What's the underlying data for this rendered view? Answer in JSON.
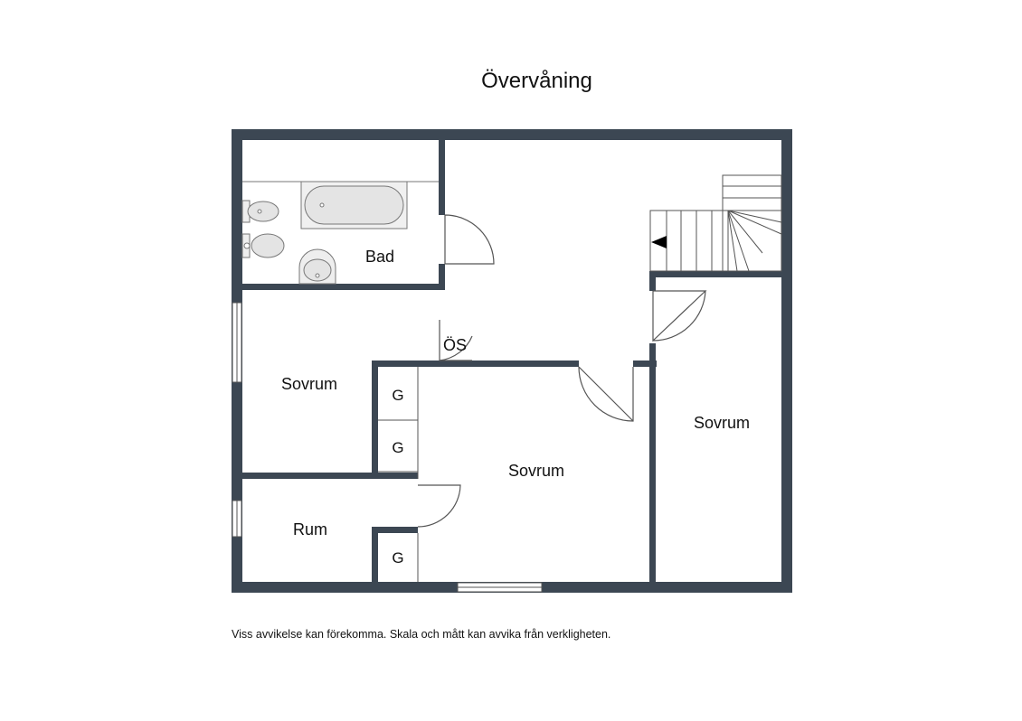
{
  "title": "Övervåning",
  "rooms": {
    "bad": "Bad",
    "sovrum_left": "Sovrum",
    "sovrum_center": "Sovrum",
    "sovrum_right": "Sovrum",
    "rum": "Rum",
    "os": "ÖS",
    "closet": "G"
  },
  "disclaimer": "Viss avvikelse kan förekomma. Skala och mått kan avvika från verkligheten.",
  "colors": {
    "wall": "#3c4753",
    "line": "#555555",
    "fixture": "#e4e4e4"
  }
}
